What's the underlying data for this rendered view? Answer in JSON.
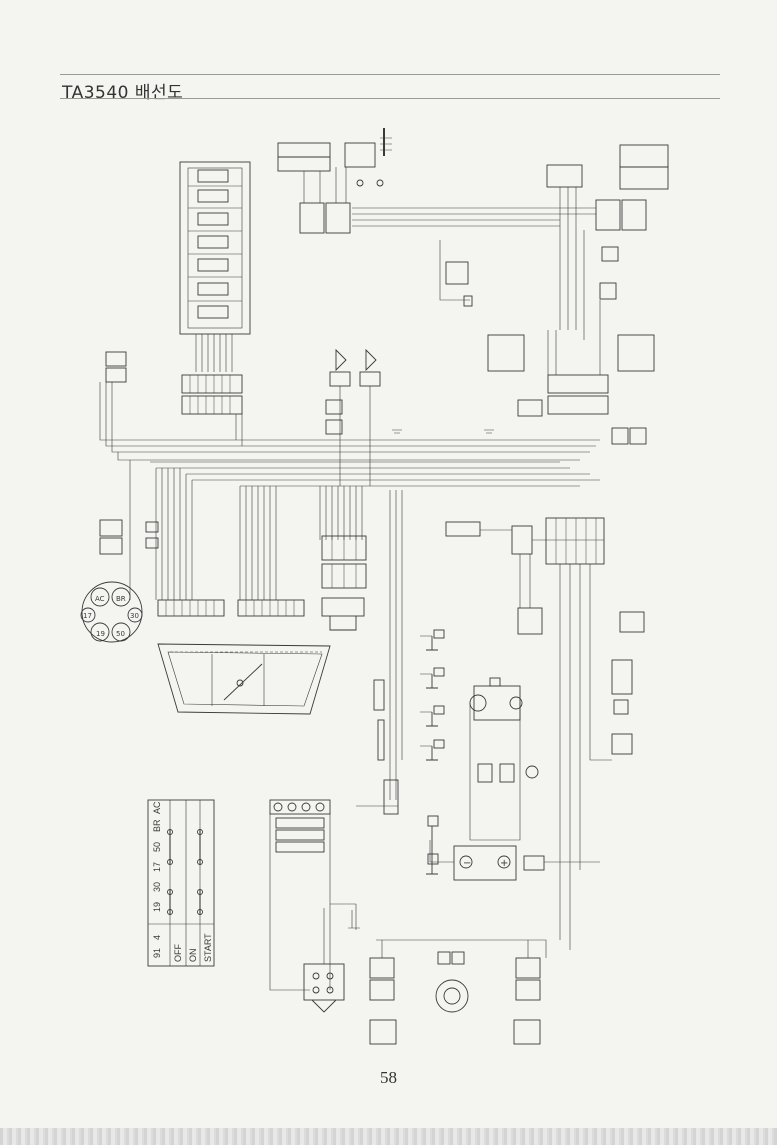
{
  "header": {
    "title": "TA3540 배선도"
  },
  "footer": {
    "page_number": "58"
  },
  "switch_table": {
    "columns": [
      "91",
      "4",
      "19",
      "30",
      "17",
      "50",
      "BR",
      "AC"
    ],
    "positions": [
      "OFF",
      "ON",
      "START"
    ]
  },
  "ignition_switch": {
    "terminals": [
      "AC",
      "BR",
      "17",
      "30",
      "19",
      "50"
    ]
  },
  "battery": {
    "minus": "−",
    "plus": "+"
  },
  "colors": {
    "ink": "#3a3a3a",
    "paper": "#f4f4f1"
  }
}
